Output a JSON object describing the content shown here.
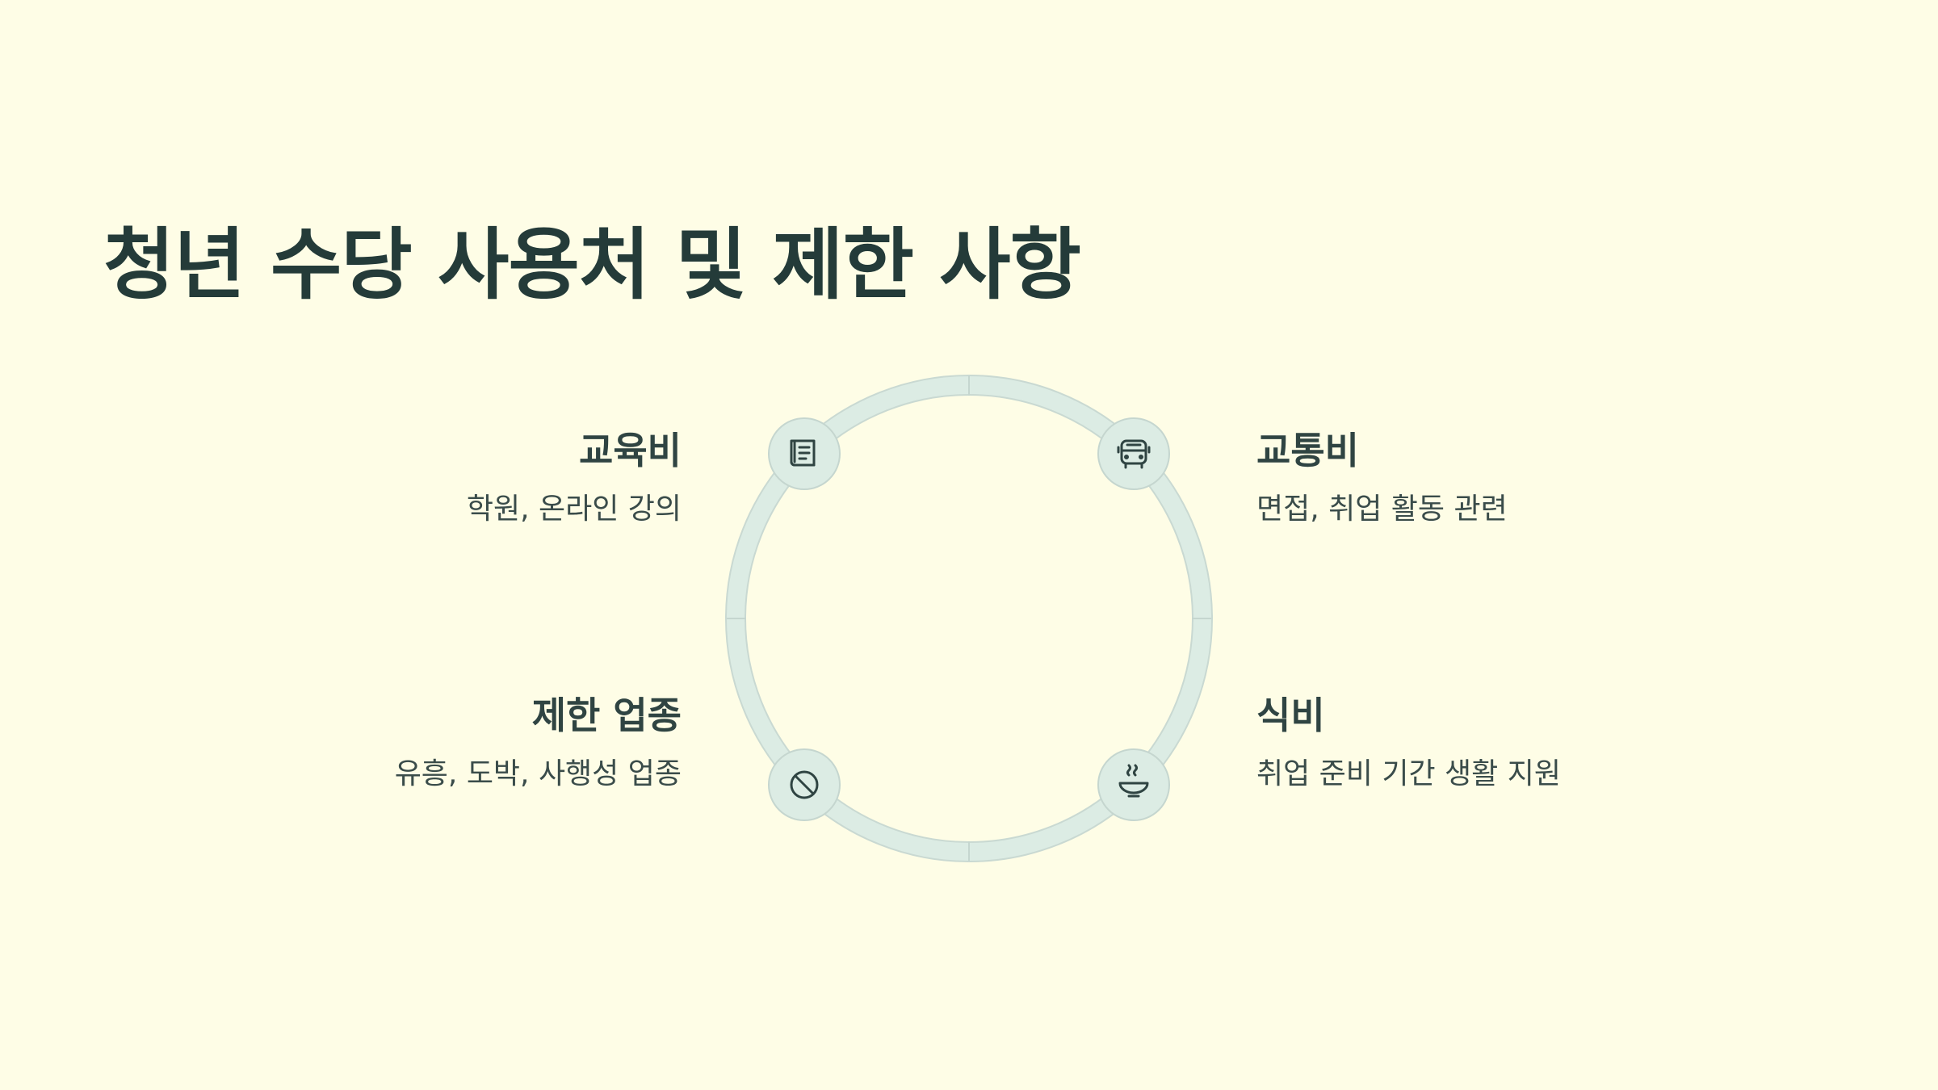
{
  "title": "청년 수당 사용처 및 제한 사항",
  "items": [
    {
      "icon": "book-icon",
      "heading": "교육비",
      "description": "학원, 온라인 강의"
    },
    {
      "icon": "bus-icon",
      "heading": "교통비",
      "description": "면접, 취업 활동 관련"
    },
    {
      "icon": "prohibited-icon",
      "heading": "제한 업종",
      "description": "유흥, 도박, 사행성 업종"
    },
    {
      "icon": "food-bowl-icon",
      "heading": "식비",
      "description": "취업 준비 기간 생활 지원"
    }
  ],
  "colors": {
    "background": "#fefde6",
    "ring": "#dcece4",
    "ring_border": "#c5d6cf",
    "text": "#243b39"
  }
}
